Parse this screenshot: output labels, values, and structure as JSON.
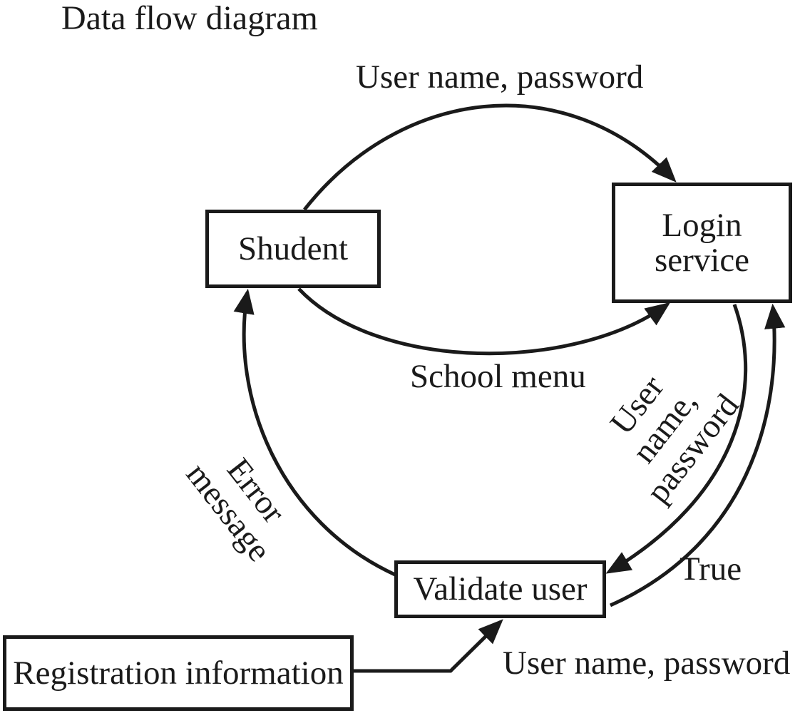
{
  "title": "Data flow diagram",
  "colors": {
    "ink": "#1a1a1a",
    "background": "#ffffff"
  },
  "nodes": {
    "student": {
      "label": "Shudent"
    },
    "login_service": {
      "label": "Login\nservice"
    },
    "validate_user": {
      "label": "Validate user"
    },
    "registration": {
      "label": "Registration information"
    }
  },
  "edges": [
    {
      "from": "Shudent",
      "to": "Login service",
      "label": "User name, password"
    },
    {
      "from": "Shudent",
      "to": "Login service",
      "label": "School menu"
    },
    {
      "from": "Login service",
      "to": "Validate user",
      "label": "User name,\npassword"
    },
    {
      "from": "Validate user",
      "to": "Login service",
      "label": "True"
    },
    {
      "from": "Validate user",
      "to": "Shudent",
      "label": "Error\nmessage"
    },
    {
      "from": "Registration information",
      "to": "Validate user",
      "label": "User name, password"
    }
  ]
}
